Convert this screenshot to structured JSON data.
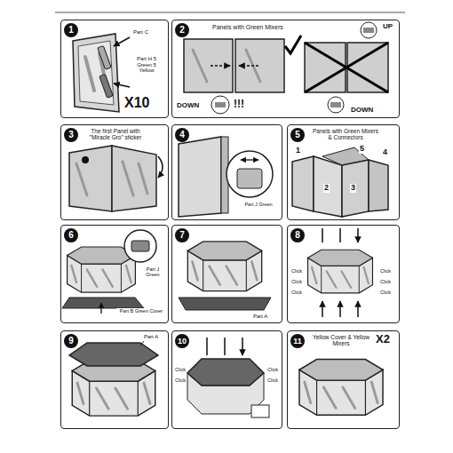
{
  "diagram": {
    "nodes": [
      {
        "text": [
          "1",
          "Part C",
          "Part H 5 Green 5 Yellow",
          "X10"
        ]
      },
      {
        "text": [
          "2",
          "Panels with Green Mixers",
          "UP",
          "DOWN",
          "!!!",
          "DOWN"
        ]
      },
      {
        "text": [
          "3",
          "The first Panel with \"Miracle Gro\" sticker"
        ]
      },
      {
        "text": [
          "4",
          "Part J Green"
        ]
      },
      {
        "text": [
          "5",
          "Panels with Green Mixers & Connectors",
          "1",
          "2",
          "3",
          "4",
          "5"
        ]
      },
      {
        "text": [
          "6",
          "Part J Green",
          "Part B Green Cover"
        ]
      },
      {
        "text": [
          "7",
          "Part A"
        ]
      },
      {
        "text": [
          "8",
          "Click",
          "Click",
          "Click",
          "Click",
          "Click",
          "Click"
        ]
      },
      {
        "text": [
          "9",
          "Part A"
        ]
      },
      {
        "text": [
          "10",
          "Click",
          "Click",
          "Click",
          "Click"
        ]
      },
      {
        "text": [
          "11",
          "Yellow Cover & Yellow Mixers",
          "X2"
        ]
      }
    ]
  }
}
